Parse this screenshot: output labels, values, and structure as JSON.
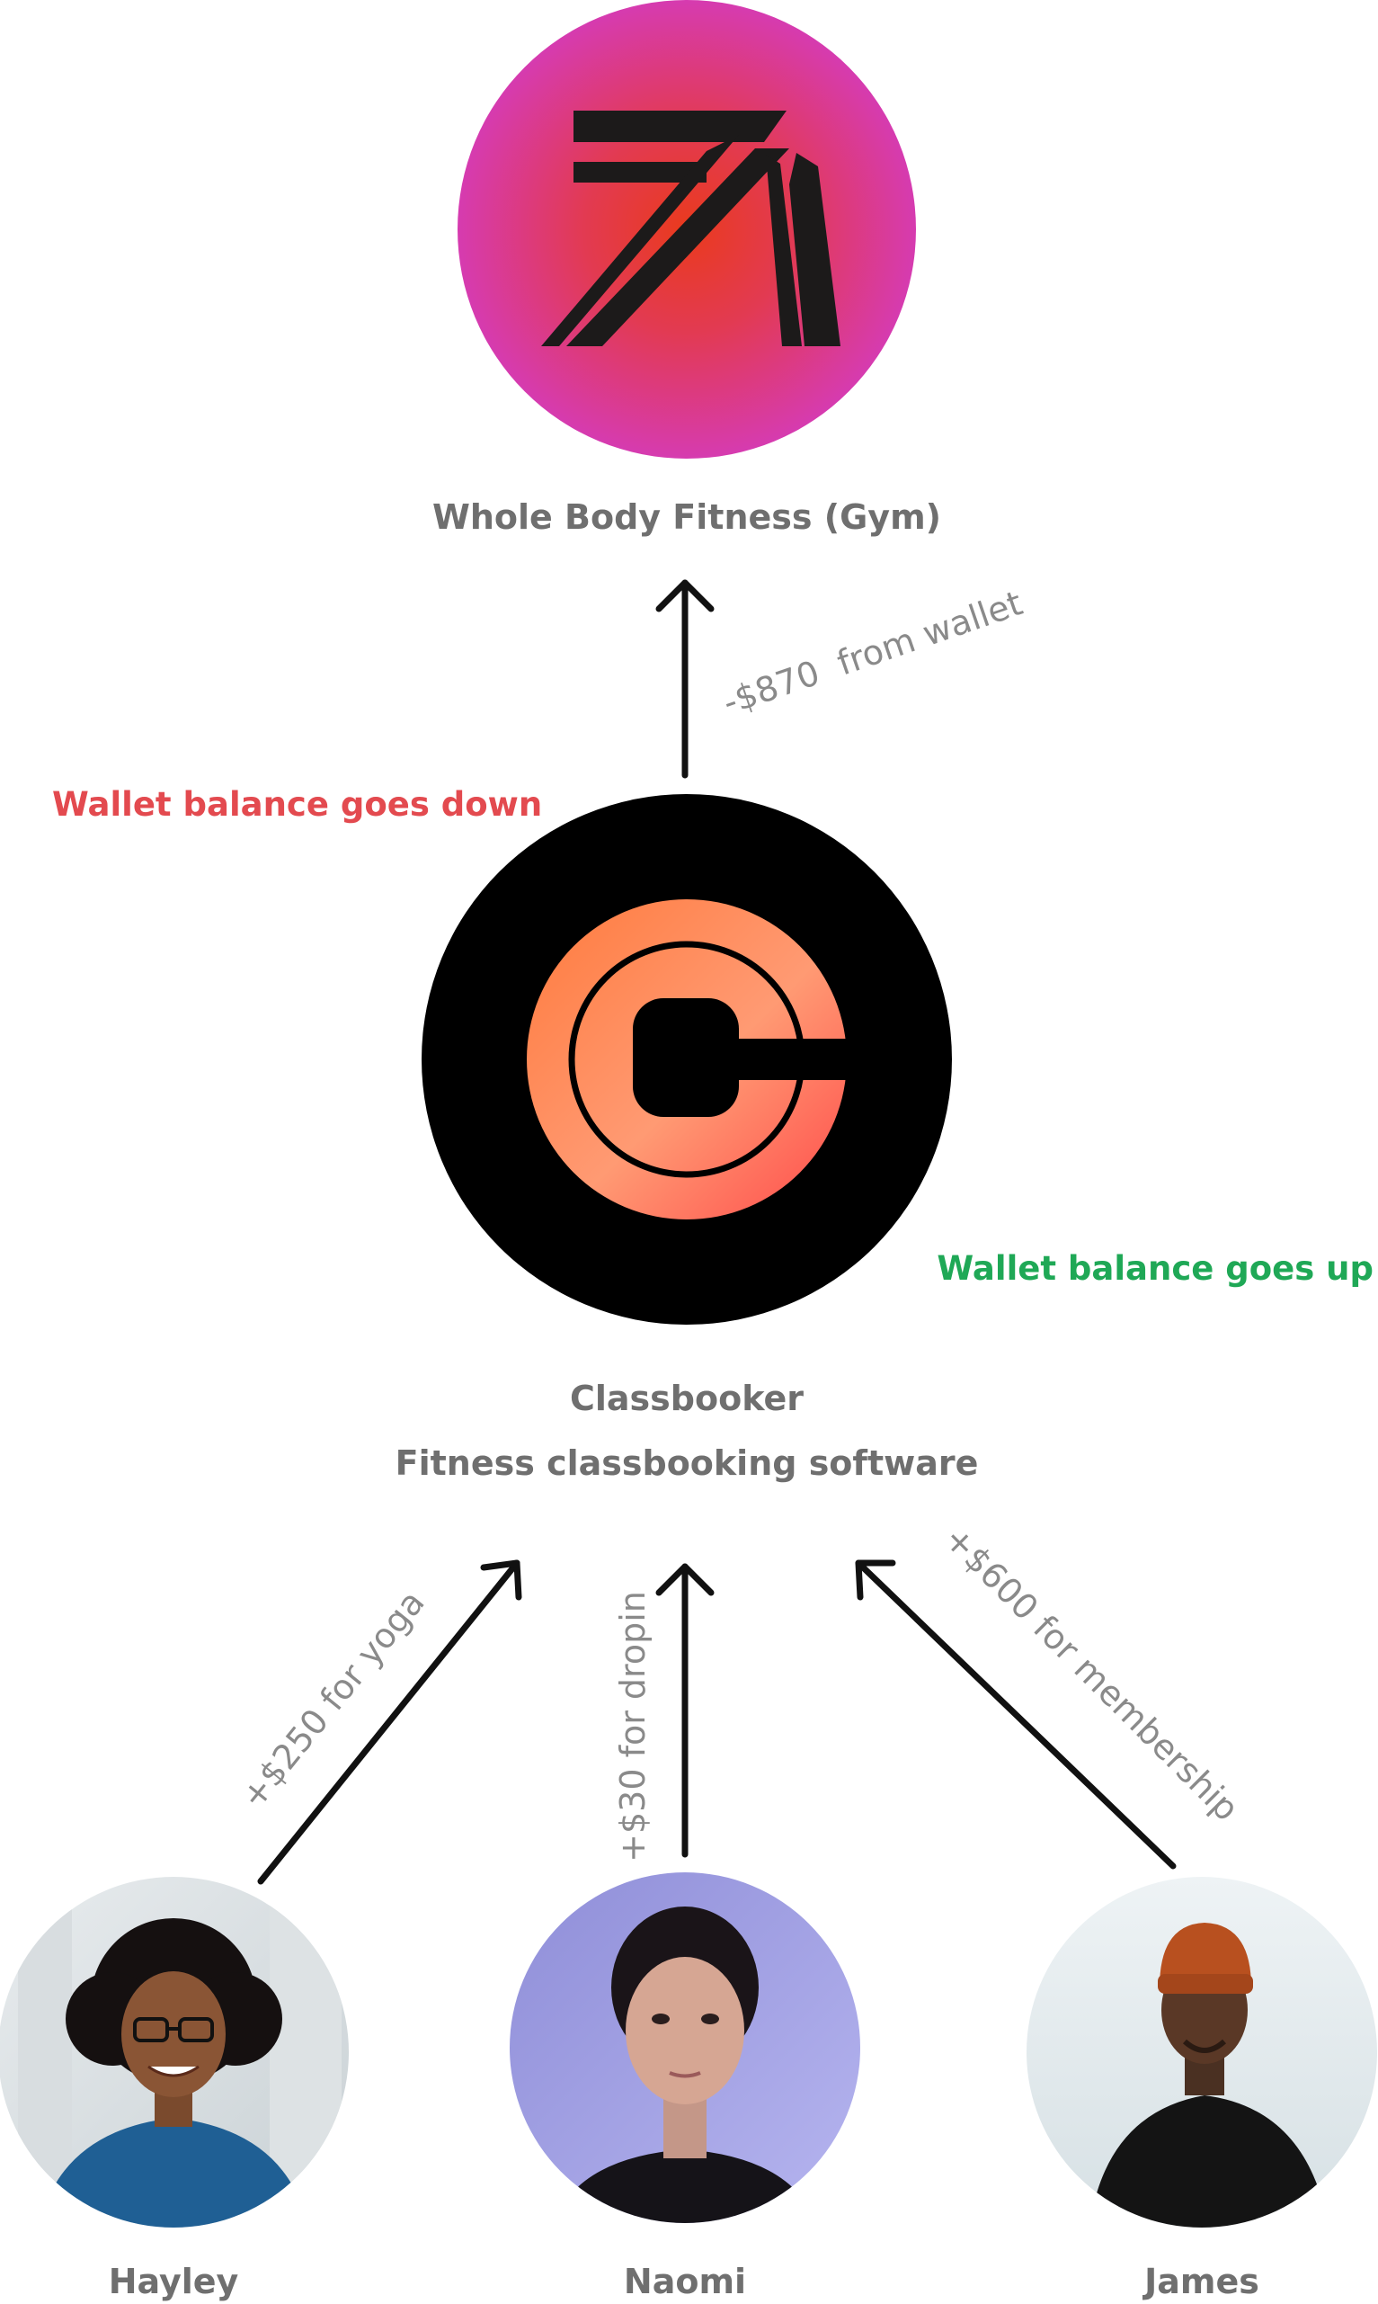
{
  "colors": {
    "down_label": "#e34a4f",
    "up_label": "#1fa856",
    "arrow": "#111111",
    "text_gray": "#6f6f6f",
    "note_gray": "#8a8a8a"
  },
  "gym": {
    "name": "Whole Body Fitness (Gym)",
    "logo_icon": "angled-stripes-logo-icon"
  },
  "classbooker": {
    "name": "Classbooker",
    "subtitle": "Fitness classbooking software",
    "logo_icon": "c-ring-logo-icon"
  },
  "payout": {
    "label": "-$870  from wallet"
  },
  "wallet": {
    "down_label": "Wallet balance goes down",
    "up_label": "Wallet balance goes up"
  },
  "customers": [
    {
      "name": "Hayley",
      "payment": "+$250 for yoga"
    },
    {
      "name": "Naomi",
      "payment": "+$30 for dropin"
    },
    {
      "name": "James",
      "payment": "+$600 for membership"
    }
  ]
}
